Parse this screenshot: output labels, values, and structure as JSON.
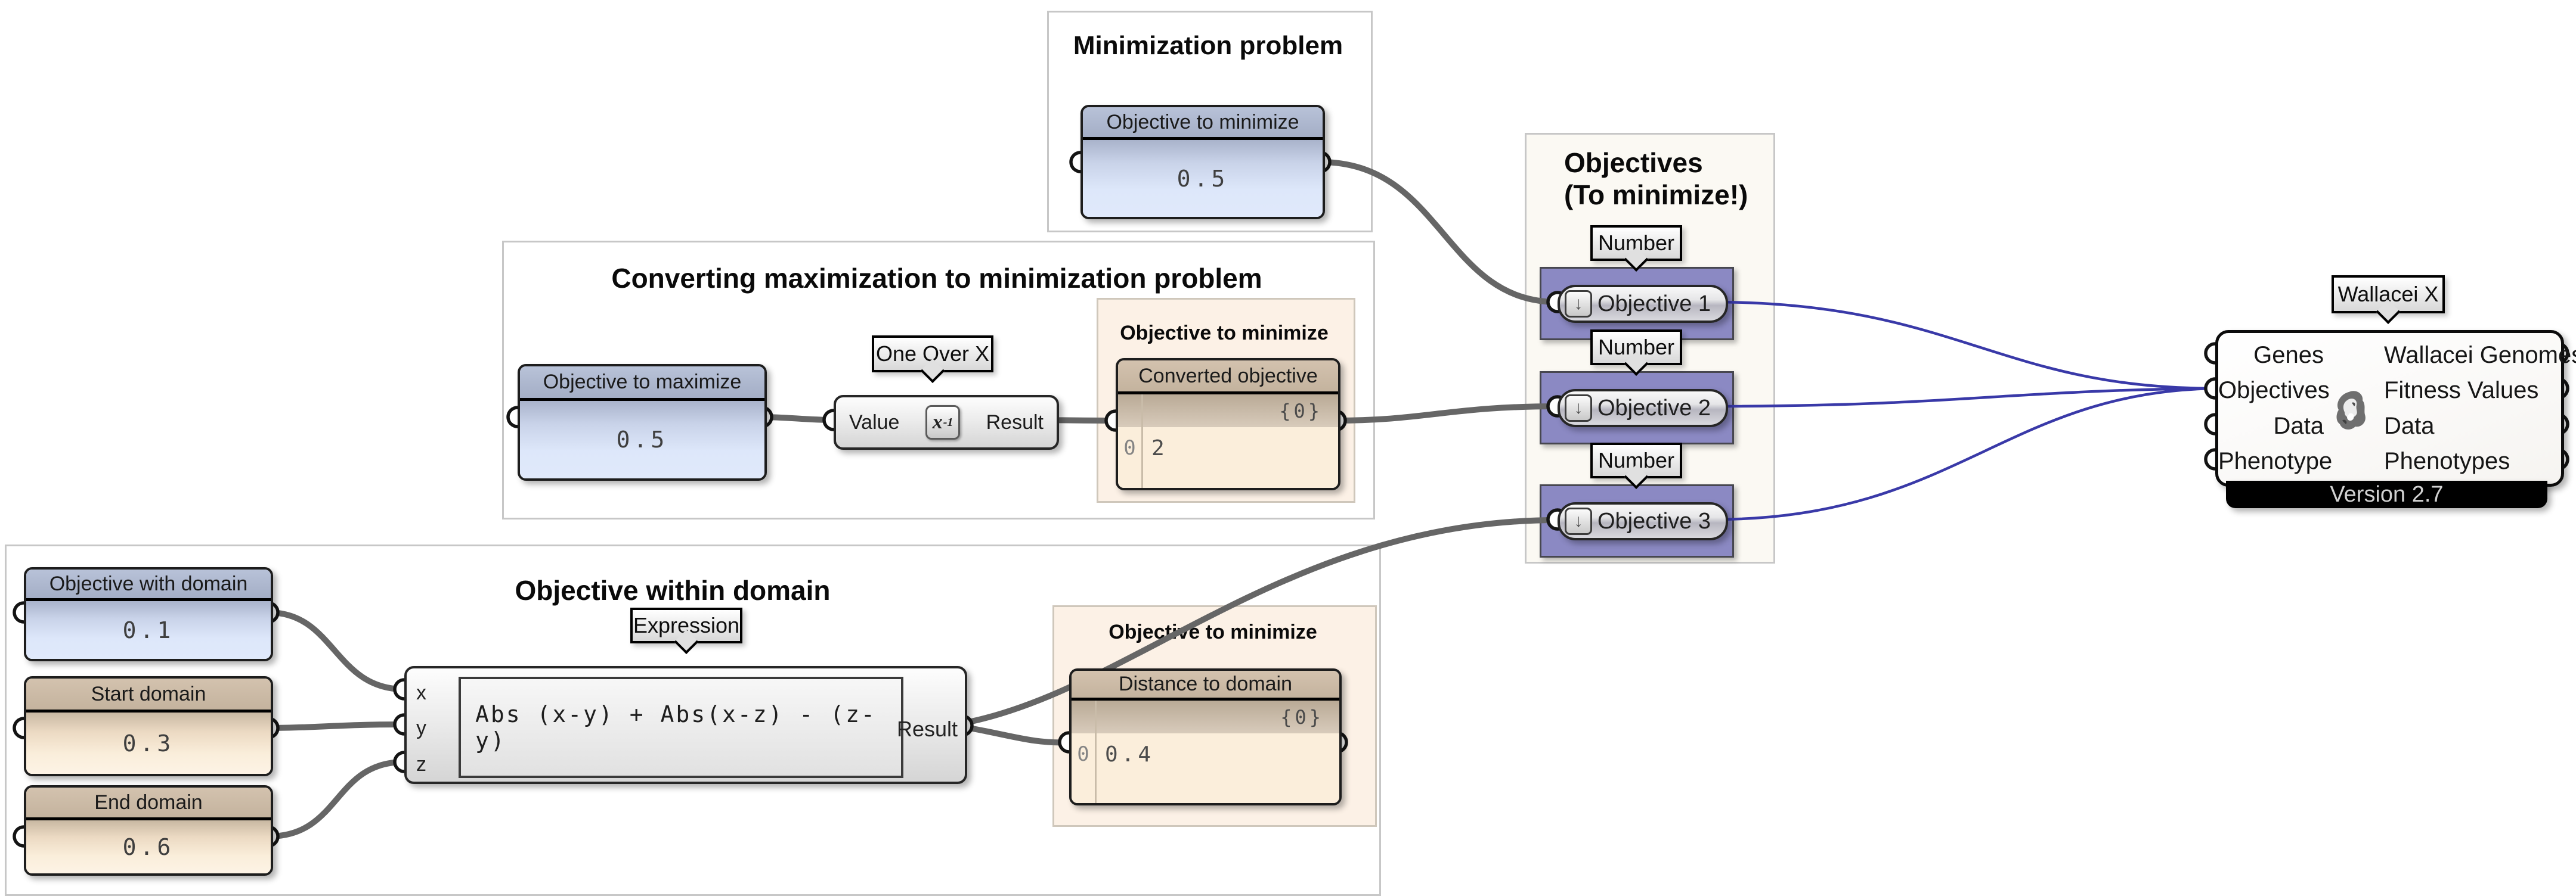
{
  "groups": {
    "minimization": {
      "title": "Minimization problem"
    },
    "converting": {
      "title": "Converting maximization to minimization problem"
    },
    "converting_inner": {
      "title": "Objective to minimize"
    },
    "objectives": {
      "title_line1": "Objectives",
      "title_line2": "(To minimize!)"
    },
    "within_domain": {
      "title": "Objective within domain"
    },
    "within_domain_inner": {
      "title": "Objective to minimize"
    }
  },
  "panels": {
    "objective_to_minimize": {
      "title": "Objective to minimize",
      "value": "0.5"
    },
    "objective_to_maximize": {
      "title": "Objective to maximize",
      "value": "0.5"
    },
    "converted_objective": {
      "title": "Converted objective",
      "path": "{0}",
      "index": "0",
      "value": "2"
    },
    "objective_with_domain": {
      "title": "Objective with domain",
      "value": "0.1"
    },
    "start_domain": {
      "title": "Start domain",
      "value": "0.3"
    },
    "end_domain": {
      "title": "End domain",
      "value": "0.6"
    },
    "distance_to_domain": {
      "title": "Distance to domain",
      "path": "{0}",
      "index": "0",
      "value": "0.4"
    }
  },
  "one_over_x": {
    "callout": "One Over X",
    "input_label": "Value",
    "icon_base": "x",
    "icon_exp": "-1",
    "output_label": "Result"
  },
  "expression": {
    "callout": "Expression",
    "input_labels": [
      "x",
      "y",
      "z"
    ],
    "formula": "Abs (x-y) + Abs(x-z) - (z-y)",
    "output_label": "Result"
  },
  "objective_params": {
    "callout": "Number",
    "icon": "↓",
    "labels": [
      "Objective 1",
      "Objective 2",
      "Objective 3"
    ]
  },
  "wallacei": {
    "callout": "Wallacei X",
    "input_labels": [
      "Genes",
      "Objectives",
      "Data",
      "Phenotype"
    ],
    "output_labels": [
      "Wallacei Genomes",
      "Fitness Values",
      "Data",
      "Phenotypes"
    ],
    "version": "Version 2.7"
  },
  "connections": {
    "gray": [
      "objective_to_minimize -> objective_1",
      "objective_to_maximize -> one_over_x.value",
      "one_over_x.result -> converted_objective",
      "converted_objective -> objective_2",
      "objective_with_domain -> expression.x",
      "start_domain -> expression.y",
      "end_domain -> expression.z",
      "expression.result -> distance_to_domain",
      "expression.result -> objective_3"
    ],
    "blue": [
      "objective_1 -> wallacei.objectives",
      "objective_2 -> wallacei.objectives",
      "objective_3 -> wallacei.objectives"
    ]
  },
  "colors": {
    "wire_gray": "#666666",
    "wire_blue": "#3939a8",
    "port_stroke": "#141414",
    "port_fill": "#ffffff",
    "purple_group": "#8b89c3",
    "peach_group": "#fcf1e6",
    "objectives_group_bg": "#fbf9f3"
  }
}
